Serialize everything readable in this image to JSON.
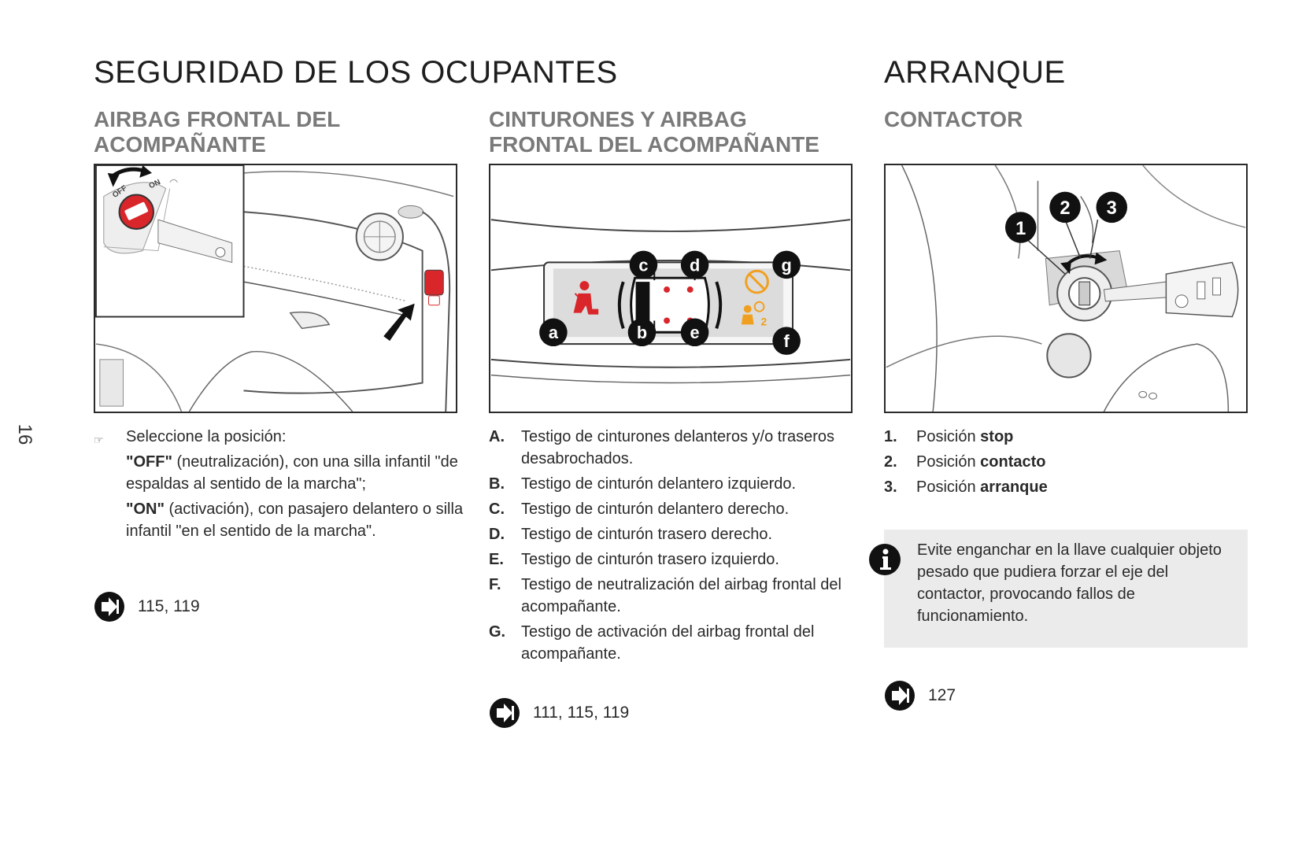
{
  "page_number": "16",
  "col1": {
    "section_title": "SEGURIDAD DE LOS OCUPANTES",
    "sub_title_1": "AIRBAG FRONTAL DEL",
    "sub_title_2": "ACOMPAÑANTE",
    "figure_labels": {
      "off": "OFF",
      "on": "ON"
    },
    "intro": "Seleccione la posición:",
    "off_bold": "\"OFF\"",
    "off_text": " (neutralización), con una silla infantil \"de espaldas al sentido de la marcha\";",
    "on_bold": "\"ON\"",
    "on_text": " (activación), con pasajero delantero o silla infantil \"en el sentido de la marcha\".",
    "refs": "115, 119",
    "link_icon": "arrow-right-circle-icon",
    "hand_icon": "pointing-hand-icon"
  },
  "col2": {
    "sub_title_1": "CINTURONES Y AIRBAG",
    "sub_title_2": "FRONTAL DEL ACOMPAÑANTE",
    "callouts": [
      "a",
      "b",
      "c",
      "d",
      "e",
      "f",
      "g"
    ],
    "items": [
      {
        "key": "A.",
        "text": "Testigo de cinturones delanteros y/o traseros desabrochados."
      },
      {
        "key": "B.",
        "text": "Testigo de cinturón delantero izquierdo."
      },
      {
        "key": "C.",
        "text": "Testigo de cinturón delantero derecho."
      },
      {
        "key": "D.",
        "text": "Testigo de cinturón trasero derecho."
      },
      {
        "key": "E.",
        "text": "Testigo de cinturón trasero izquierdo."
      },
      {
        "key": "F.",
        "text": "Testigo de neutralización del airbag frontal del acompañante."
      },
      {
        "key": "G.",
        "text": "Testigo de activación del airbag frontal del acompañante."
      }
    ],
    "refs": "111, 115, 119"
  },
  "col3": {
    "section_title": "ARRANQUE",
    "sub_title": "CONTACTOR",
    "callouts": [
      "1",
      "2",
      "3"
    ],
    "items": [
      {
        "key": "1.",
        "prefix": "Posición ",
        "bold": "stop"
      },
      {
        "key": "2.",
        "prefix": "Posición ",
        "bold": "contacto"
      },
      {
        "key": "3.",
        "prefix": "Posición ",
        "bold": "arranque"
      }
    ],
    "note": "Evite enganchar en la llave cualquier objeto pesado que pudiera forzar el eje del contactor, provocando fallos de funcionamiento.",
    "note_icon": "info-icon",
    "refs": "127"
  },
  "colors": {
    "warning_red": "#d9262a",
    "warning_orange": "#f0a020",
    "subtitle_gray": "#7a7a7a",
    "note_bg": "#ebebeb"
  }
}
